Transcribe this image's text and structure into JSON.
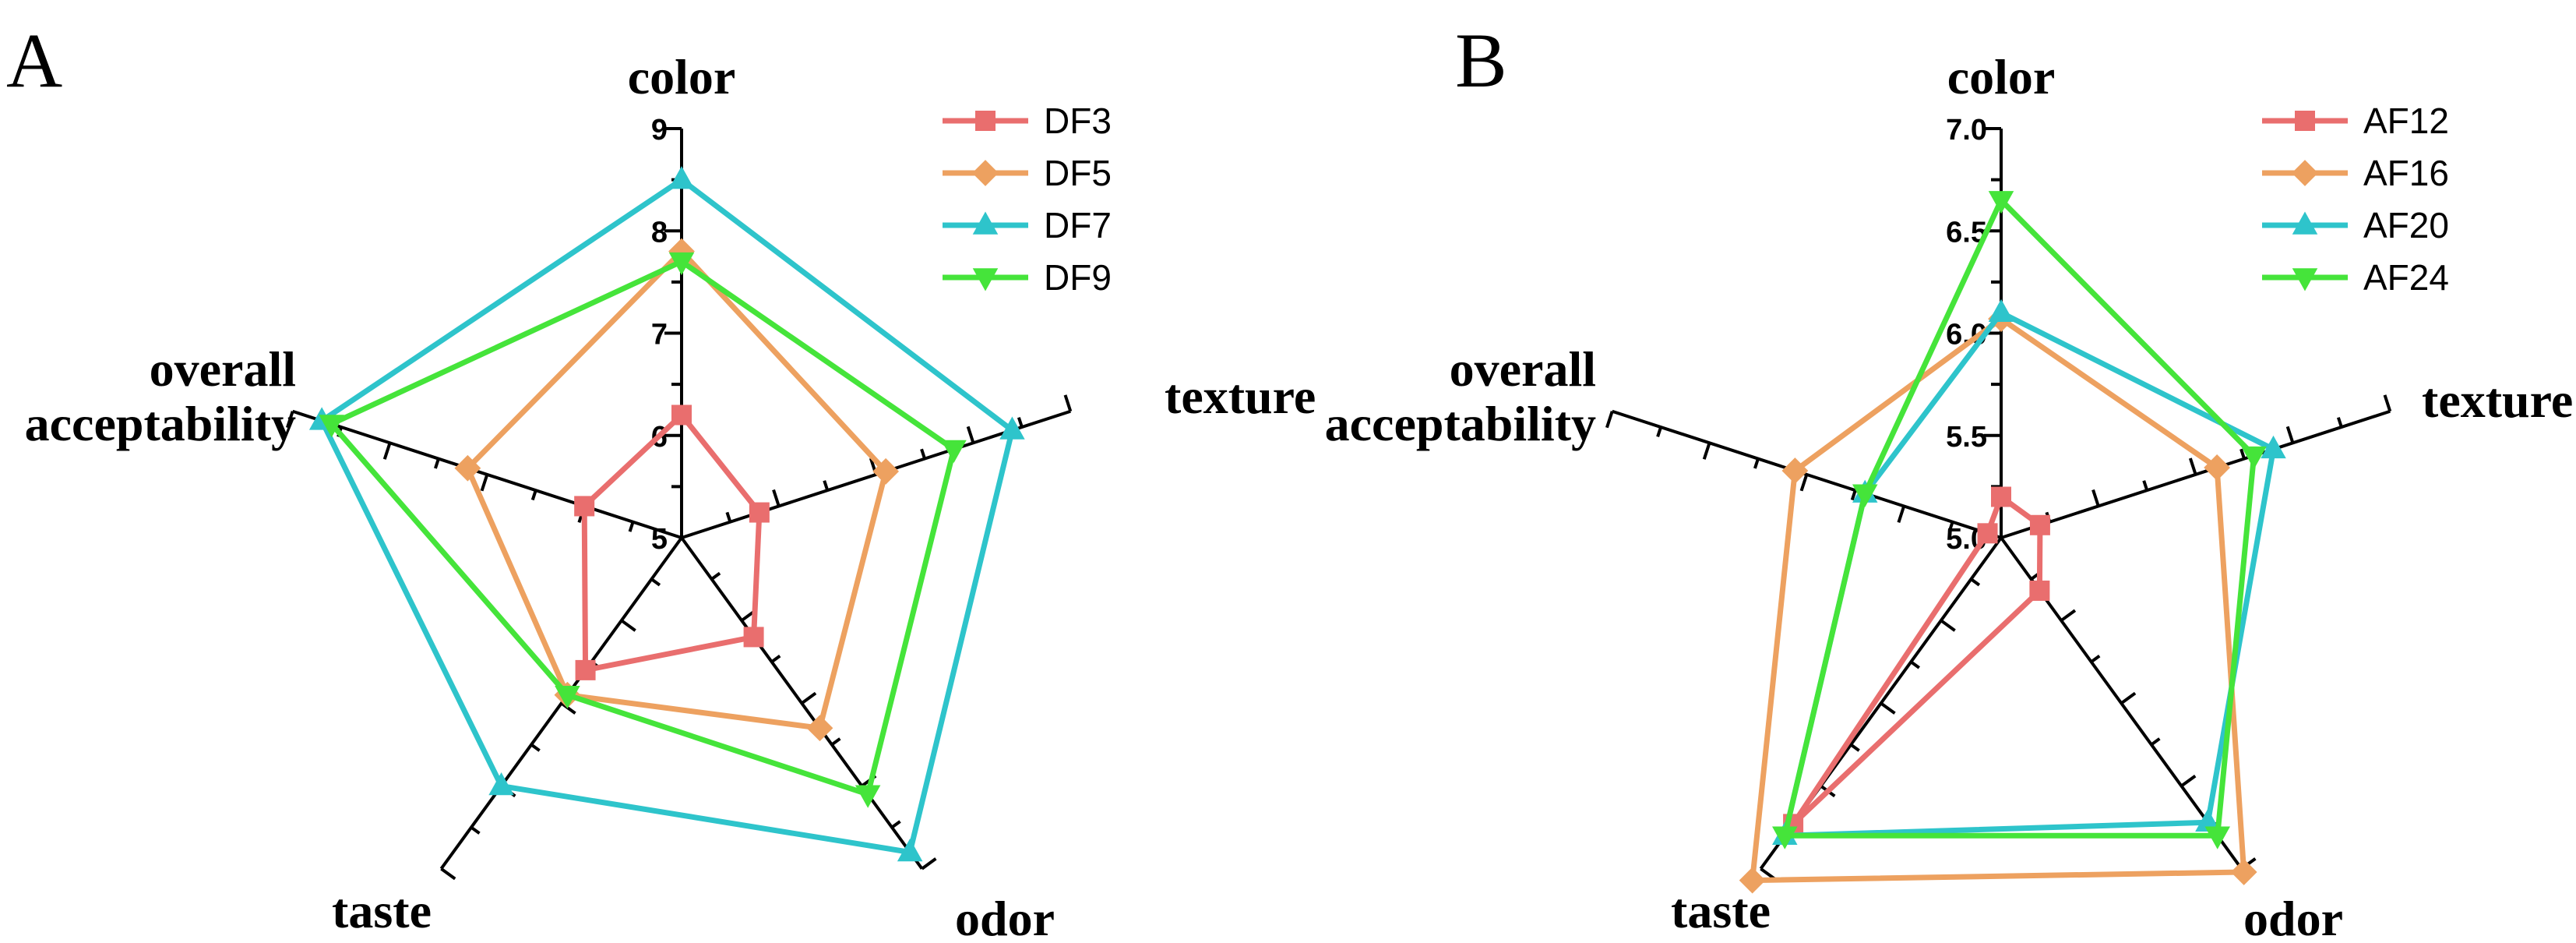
{
  "panels": [
    {
      "id": "A",
      "letter": "A"
    },
    {
      "id": "B",
      "letter": "B"
    }
  ],
  "chart_data": [
    {
      "type": "radar",
      "panel": "A",
      "axes": [
        "color",
        "texture",
        "odor",
        "taste",
        "overall\nacceptability"
      ],
      "range": [
        5,
        9
      ],
      "tick_labels": [
        "5",
        "6",
        "7",
        "8",
        "9"
      ],
      "legend_position": "top-right",
      "series": [
        {
          "name": "DF3",
          "color": "#e96e6e",
          "marker": "square",
          "values": [
            6.2,
            5.8,
            6.2,
            6.6,
            6.0
          ]
        },
        {
          "name": "DF5",
          "color": "#eda160",
          "marker": "diamond",
          "values": [
            7.8,
            7.1,
            7.3,
            6.9,
            7.2
          ]
        },
        {
          "name": "DF7",
          "color": "#2ec4cb",
          "marker": "triangle",
          "values": [
            8.5,
            8.4,
            8.8,
            8.0,
            8.7
          ]
        },
        {
          "name": "DF9",
          "color": "#45e43a",
          "marker": "triangle-down",
          "values": [
            7.7,
            7.8,
            8.1,
            6.9,
            8.6
          ]
        }
      ]
    },
    {
      "type": "radar",
      "panel": "B",
      "axes": [
        "color",
        "texture",
        "odor",
        "taste",
        "overall\nacceptability"
      ],
      "range": [
        5.0,
        7.0
      ],
      "tick_labels": [
        "5.0",
        "5.5",
        "6.0",
        "6.5",
        "7.0"
      ],
      "legend_position": "top-right",
      "series": [
        {
          "name": "AF12",
          "color": "#e96e6e",
          "marker": "square",
          "values": [
            5.2,
            5.2,
            5.32,
            6.73,
            5.07
          ]
        },
        {
          "name": "AF16",
          "color": "#eda160",
          "marker": "diamond",
          "values": [
            6.07,
            6.11,
            7.02,
            7.07,
            6.06
          ]
        },
        {
          "name": "AF20",
          "color": "#2ec4cb",
          "marker": "triangle",
          "values": [
            6.1,
            6.4,
            6.72,
            6.8,
            5.7
          ]
        },
        {
          "name": "AF24",
          "color": "#45e43a",
          "marker": "triangle-down",
          "values": [
            6.65,
            6.3,
            6.8,
            6.8,
            5.7
          ]
        }
      ]
    }
  ]
}
